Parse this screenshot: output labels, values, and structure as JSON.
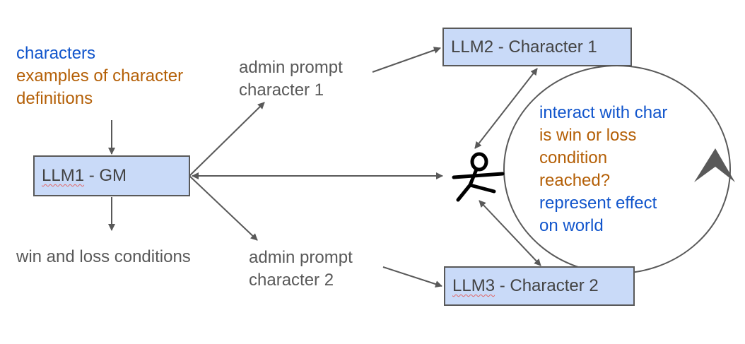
{
  "inputs": {
    "characters": "characters",
    "examples": "examples of character",
    "definitions": "definitions"
  },
  "gm_box": {
    "name": "LLM1",
    "suffix": " - GM"
  },
  "outputs": {
    "win_loss": "win and loss conditions"
  },
  "prompt1": {
    "line1": "admin prompt",
    "line2": "character 1"
  },
  "prompt2": {
    "line1": "admin prompt",
    "line2": "character 2"
  },
  "char1_box": {
    "label": "LLM2 - Character 1"
  },
  "char2_box": {
    "name": "LLM3",
    "suffix": " - Character 2"
  },
  "loop": {
    "line1": "interact with char",
    "line2": "is win or loss",
    "line3": "condition",
    "line4": "reached?",
    "line5": "represent effect",
    "line6": "on world"
  },
  "colors": {
    "box_fill": "#c9daf8",
    "box_border": "#595959",
    "arrow": "#595959",
    "text_gray": "#595959",
    "text_blue": "#1155cc",
    "text_orange": "#b45f06",
    "spell_underline": "#e06666"
  }
}
